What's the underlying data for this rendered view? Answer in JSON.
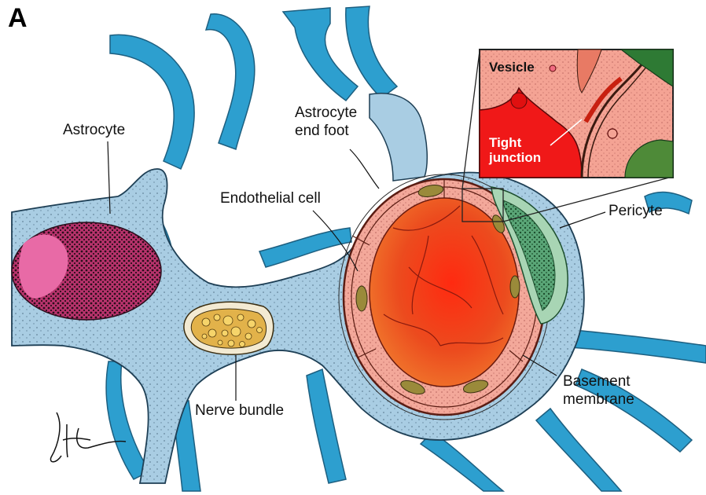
{
  "panel": "A",
  "labels": {
    "astrocyte": "Astrocyte",
    "astrocyte_end_foot_line1": "Astrocyte",
    "astrocyte_end_foot_line2": "end foot",
    "endothelial_cell": "Endothelial cell",
    "pericyte": "Pericyte",
    "nerve_bundle": "Nerve bundle",
    "basement_membrane_line1": "Basement",
    "basement_membrane_line2": "membrane"
  },
  "inset": {
    "vesicle": "Vesicle",
    "tight_junction_line1": "Tight",
    "tight_junction_line2": "junction"
  },
  "signature": "JH Schmidt",
  "colors": {
    "astrocyte_blue": "#a9cde3",
    "process_blue": "#2d9fcf",
    "endothelium_pink": "#f3a89a",
    "lumen_red": "#e8361c",
    "pericyte_green": "#4e9a6a",
    "nucleus_pink": "#e24d8f",
    "nerve_yellow": "#d9a83c"
  }
}
